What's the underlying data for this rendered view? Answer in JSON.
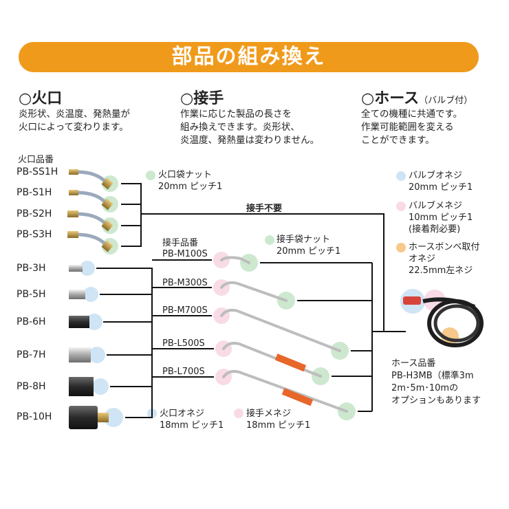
{
  "banner_title": "部品の組み換え",
  "sections": {
    "nozzle": {
      "title": "○火口",
      "desc": [
        "炎形状、炎温度、発熱量が",
        "火口によって変わります。"
      ]
    },
    "joint": {
      "title": "○接手",
      "desc": [
        "作業に応じた製品の長さを",
        "組み換えできます。炎形状、",
        "炎温度、発熱量は変わりません。"
      ]
    },
    "hose": {
      "title": "○ホース",
      "title_suffix": "（バルブ付）",
      "desc": [
        "全ての機種に共通です。",
        "作業可能範囲を変える",
        "ことができます。"
      ]
    }
  },
  "nozzle_parts_label": "火口品番",
  "nozzles_small": [
    "PB-SS1H",
    "PB-S1H",
    "PB-S2H",
    "PB-S3H"
  ],
  "nozzles_large": [
    "PB-3H",
    "PB-5H",
    "PB-6H",
    "PB-7H",
    "PB-8H",
    "PB-10H"
  ],
  "nozzle_nut_legend": [
    "火口袋ナット",
    "20mm ピッチ1"
  ],
  "no_joint_label": "接手不要",
  "joint_parts_label": "接手品番",
  "joints": [
    "PB-M100S",
    "PB-M300S",
    "PB-M700S",
    "PB-L500S",
    "PB-L700S"
  ],
  "joint_nut_legend": [
    "接手袋ナット",
    "20mm ピッチ1"
  ],
  "nozzle_male_legend": [
    "火口オネジ",
    "18mm ピッチ1"
  ],
  "joint_female_legend": [
    "接手メネジ",
    "18mm ピッチ1"
  ],
  "valve_male_legend": [
    "バルブオネジ",
    "20mm ピッチ1"
  ],
  "valve_female_legend": [
    "バルブメネジ",
    "10mm ピッチ1",
    "(接着剤必要)"
  ],
  "cylinder_legend": [
    "ホースボンベ取付",
    "オネジ",
    "22.5mm左ネジ"
  ],
  "hose_parts": [
    "ホース品番",
    "PB-H3MB（標準3m",
    "2m･5m･10mの",
    "オプションもあります"
  ],
  "colors": {
    "orange": "#f09a1b",
    "green": "#cde8cf",
    "blue": "#cfe4f4",
    "pink": "#f8dbe6",
    "orange_dot": "#f7c98a"
  }
}
